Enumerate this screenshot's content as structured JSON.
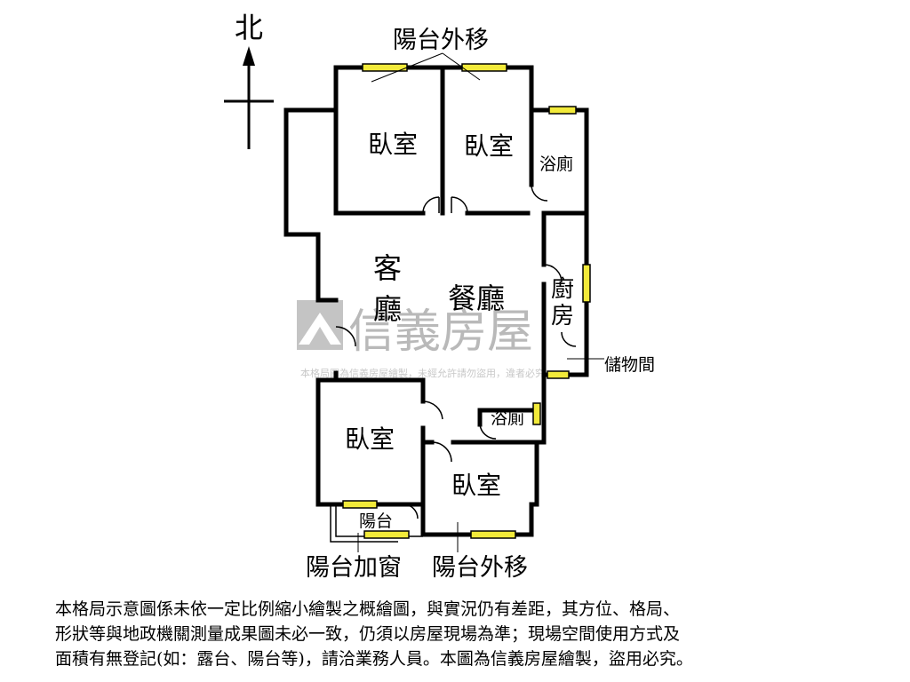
{
  "compass": {
    "north_label": "北"
  },
  "rooms": {
    "bedroom_nw": "臥室",
    "bedroom_n": "臥室",
    "bath_ne": "浴廁",
    "living_1": "客",
    "living_2": "廳",
    "dining": "餐廳",
    "kitchen_1": "廚",
    "kitchen_2": "房",
    "storage": "儲物間",
    "bath_s": "浴廁",
    "bedroom_sw": "臥室",
    "bedroom_s": "臥室",
    "balcony": "陽台"
  },
  "annotations": {
    "balcony_moved_top": "陽台外移",
    "balcony_window": "陽台加窗",
    "balcony_moved_bottom": "陽台外移"
  },
  "watermark": {
    "brand": "信義房屋",
    "notice": "本格局圖為信義房屋繪製，未經允許請勿盜用，違者必究"
  },
  "disclaimer_lines": [
    "本格局示意圖係未依一定比例縮小繪製之概繪圖，與實況仍有差距，其方位、格局、",
    "形狀等與地政機關測量成果圖未必一致，仍須以房屋現場為準；現場空間使用方式及",
    "面積有無登記(如：露台、陽台等)，請洽業務人員。本圖為信義房屋繪製，盜用必究。"
  ],
  "colors": {
    "wall": "#000000",
    "window": "#f2ea3a",
    "watermark": "#b9b9b9"
  }
}
